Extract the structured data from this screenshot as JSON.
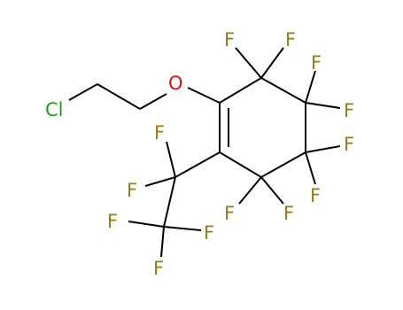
{
  "molecule": {
    "atoms": [
      {
        "id": "cl1",
        "symbol": "Cl",
        "color": "#1e9e1e"
      },
      {
        "id": "o1",
        "symbol": "O",
        "color": "#e01010"
      },
      {
        "id": "f1",
        "symbol": "F",
        "color": "#9a7a10"
      },
      {
        "id": "f2",
        "symbol": "F",
        "color": "#9a7a10"
      },
      {
        "id": "f3",
        "symbol": "F",
        "color": "#9a7a10"
      },
      {
        "id": "f4",
        "symbol": "F",
        "color": "#9a7a10"
      },
      {
        "id": "f5",
        "symbol": "F",
        "color": "#9a7a10"
      },
      {
        "id": "f6",
        "symbol": "F",
        "color": "#9a7a10"
      },
      {
        "id": "f7",
        "symbol": "F",
        "color": "#9a7a10"
      },
      {
        "id": "f8",
        "symbol": "F",
        "color": "#9a7a10"
      },
      {
        "id": "f9",
        "symbol": "F",
        "color": "#9a7a10"
      },
      {
        "id": "f10",
        "symbol": "F",
        "color": "#9a7a10"
      },
      {
        "id": "f11",
        "symbol": "F",
        "color": "#9a7a10"
      },
      {
        "id": "f12",
        "symbol": "F",
        "color": "#9a7a10"
      },
      {
        "id": "f13",
        "symbol": "F",
        "color": "#9a7a10"
      }
    ],
    "bond_color": "#000000"
  }
}
